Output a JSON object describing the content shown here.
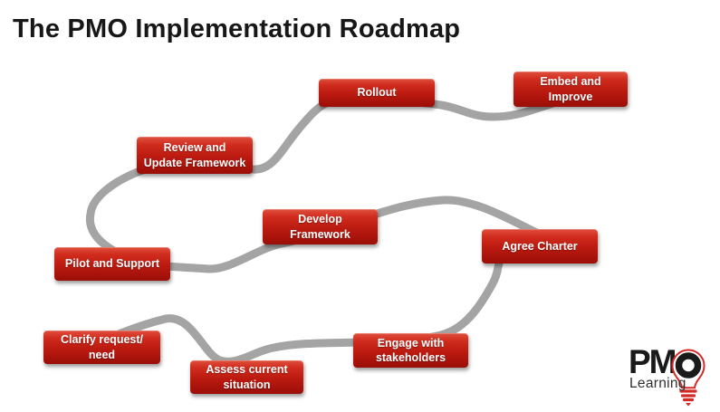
{
  "title": "The PMO Implementation Roadmap",
  "steps": [
    {
      "name": "clarify-request-need",
      "label": "Clarify request/\nneed"
    },
    {
      "name": "assess-current-situation",
      "label": "Assess current\nsituation"
    },
    {
      "name": "engage-with-stakeholders",
      "label": "Engage with\nstakeholders"
    },
    {
      "name": "agree-charter",
      "label": "Agree Charter"
    },
    {
      "name": "develop-framework",
      "label": "Develop\nFramework"
    },
    {
      "name": "pilot-and-support",
      "label": "Pilot and Support"
    },
    {
      "name": "review-and-update-framework",
      "label": "Review and\nUpdate Framework"
    },
    {
      "name": "rollout",
      "label": "Rollout"
    },
    {
      "name": "embed-and-improve",
      "label": "Embed and\nImprove"
    }
  ],
  "logo": {
    "pm": "PM",
    "o_icon": "lightbulb-icon",
    "sub": "Learning"
  },
  "colors": {
    "step_red_top": "#e0503c",
    "step_red_bottom": "#9a0e07",
    "road_gray": "#a4a4a4",
    "logo_red": "#d42a28",
    "logo_black": "#1a1a1a",
    "title_black": "#171717"
  }
}
